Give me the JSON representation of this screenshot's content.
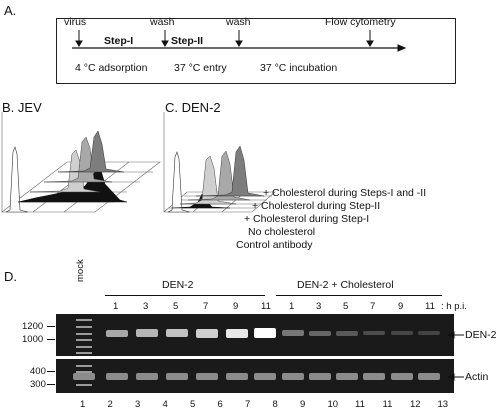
{
  "panelA": {
    "letter": "A.",
    "top_labels": [
      "virus",
      "wash",
      "wash",
      "Flow cytometry"
    ],
    "steps": [
      "Step-I",
      "Step-II"
    ],
    "conditions": [
      "4 °C adsorption",
      "37 °C entry",
      "37 °C incubation"
    ]
  },
  "panelB": {
    "letter": "B.",
    "virus": "JEV"
  },
  "panelC": {
    "letter": "C.",
    "virus": "DEN-2",
    "series": [
      "+ Cholesterol during Steps-I and -II",
      "+ Cholesterol during Step-II",
      "+ Cholesterol during Step-I",
      "No cholesterol",
      "Control antibody"
    ]
  },
  "panelD": {
    "letter": "D.",
    "mock": "mock",
    "group1": "DEN-2",
    "group2": "DEN-2 + Cholesterol",
    "hpi_unit": ": h p.i.",
    "timepoints": [
      "1",
      "3",
      "5",
      "7",
      "9",
      "11",
      "1",
      "3",
      "5",
      "7",
      "9",
      "11"
    ],
    "band_intensity_den2": [
      0.55,
      0.62,
      0.68,
      0.75,
      0.88,
      1.0,
      0.3,
      0.22,
      0.15,
      0.08,
      0.05,
      0.04
    ],
    "markers_top": [
      "1200",
      "1000"
    ],
    "markers_bottom": [
      "400",
      "300"
    ],
    "band_labels": [
      "DEN-2",
      "Actin"
    ],
    "lane_numbers": [
      "1",
      "2",
      "3",
      "4",
      "5",
      "6",
      "7",
      "8",
      "9",
      "10",
      "11",
      "11",
      "12",
      "13"
    ]
  }
}
